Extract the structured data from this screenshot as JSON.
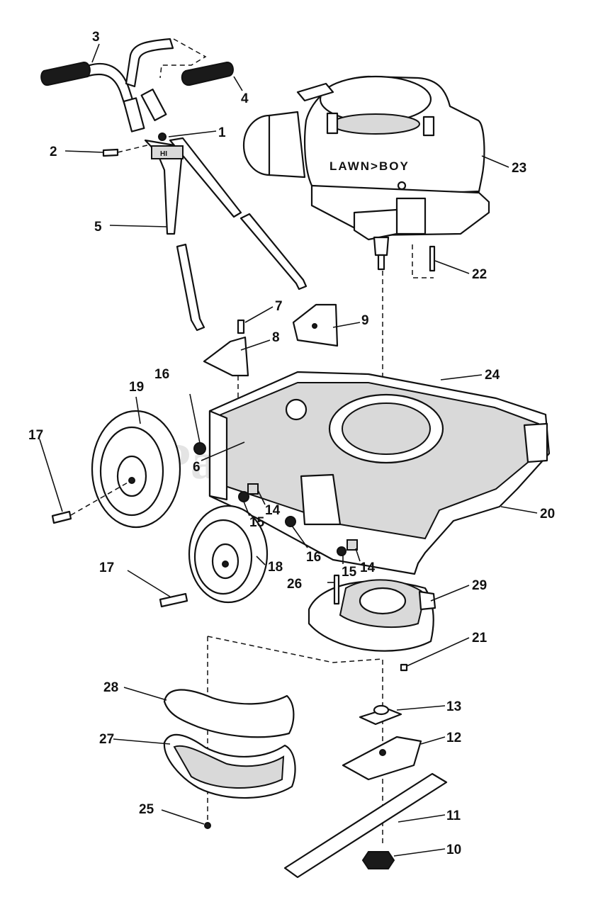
{
  "diagram": {
    "watermark": "PartsTree",
    "engine_brand": "LAWN>BOY",
    "handle_marking": "HI",
    "callouts": [
      {
        "id": "c1",
        "label": "1"
      },
      {
        "id": "c2",
        "label": "2"
      },
      {
        "id": "c3",
        "label": "3"
      },
      {
        "id": "c4",
        "label": "4"
      },
      {
        "id": "c5",
        "label": "5"
      },
      {
        "id": "c6",
        "label": "6"
      },
      {
        "id": "c7",
        "label": "7"
      },
      {
        "id": "c8",
        "label": "8"
      },
      {
        "id": "c9",
        "label": "9"
      },
      {
        "id": "c10",
        "label": "10"
      },
      {
        "id": "c11",
        "label": "11"
      },
      {
        "id": "c12",
        "label": "12"
      },
      {
        "id": "c13",
        "label": "13"
      },
      {
        "id": "c14a",
        "label": "14"
      },
      {
        "id": "c14b",
        "label": "14"
      },
      {
        "id": "c15a",
        "label": "15"
      },
      {
        "id": "c15b",
        "label": "15"
      },
      {
        "id": "c16a",
        "label": "16"
      },
      {
        "id": "c16b",
        "label": "16"
      },
      {
        "id": "c17a",
        "label": "17"
      },
      {
        "id": "c17b",
        "label": "17"
      },
      {
        "id": "c18",
        "label": "18"
      },
      {
        "id": "c19",
        "label": "19"
      },
      {
        "id": "c20",
        "label": "20"
      },
      {
        "id": "c21",
        "label": "21"
      },
      {
        "id": "c22",
        "label": "22"
      },
      {
        "id": "c23",
        "label": "23"
      },
      {
        "id": "c24",
        "label": "24"
      },
      {
        "id": "c25",
        "label": "25"
      },
      {
        "id": "c26",
        "label": "26"
      },
      {
        "id": "c27",
        "label": "27"
      },
      {
        "id": "c28",
        "label": "28"
      },
      {
        "id": "c29",
        "label": "29"
      }
    ]
  }
}
